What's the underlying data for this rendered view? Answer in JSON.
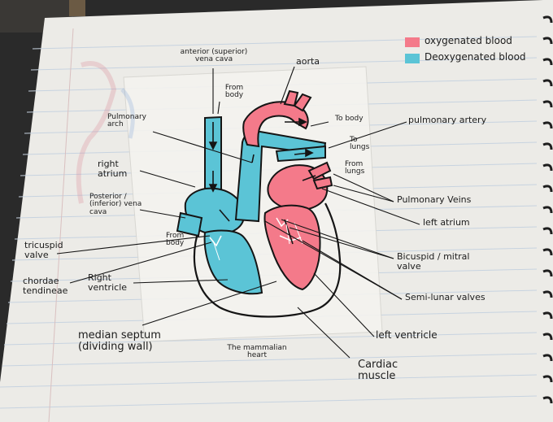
{
  "legend": {
    "oxygenated": {
      "label": "oxygenated blood",
      "color": "#f47a8a"
    },
    "deoxygenated": {
      "label": "Deoxygenated blood",
      "color": "#5bc4d6"
    }
  },
  "labels": {
    "anterior_vena_cava": "anterior (superior) vena cava",
    "aorta": "aorta",
    "from_body_top": "From body",
    "to_body": "To body",
    "pulmonary_artery": "pulmonary artery",
    "pulmonary_arch": "Pulmonary arch",
    "to_lungs": "To lungs",
    "from_lungs": "From lungs",
    "right_atrium": "right atrium",
    "pulmonary_veins": "Pulmonary Veins",
    "posterior_vena_cava": "Posterior / (inferior) vena cava",
    "left_atrium": "left atrium",
    "from_body_bottom": "From body",
    "tricuspid_valve": "tricuspid valve",
    "bicuspid_valve": "Bicuspid / mitral valve",
    "chordae_tendineae": "chordae tendineae",
    "right_ventricle": "Right ventricle",
    "semilunar_valves": "Semi-lunar valves",
    "median_septum": "median septum (dividing wall)",
    "left_ventricle": "left ventricle",
    "caption": "The mammalian heart",
    "cardiac_muscle": "Cardiac muscle"
  }
}
